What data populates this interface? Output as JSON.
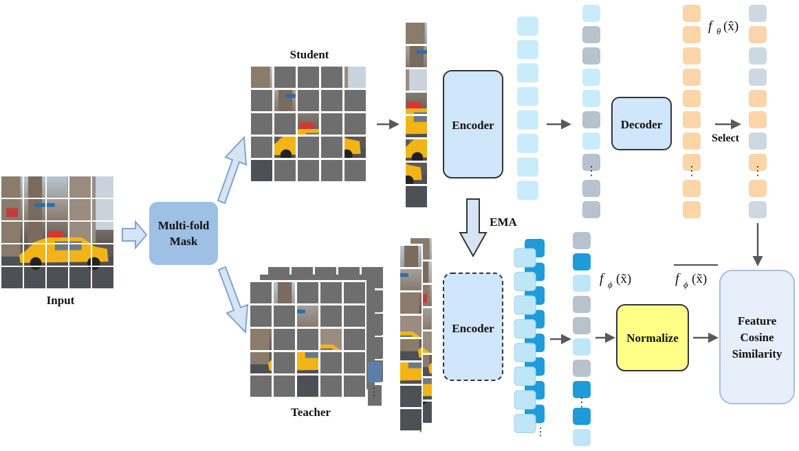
{
  "labels": {
    "input": "Input",
    "multifold_mask": [
      "Multi-fold",
      "Mask"
    ],
    "student": "Student",
    "teacher": "Teacher",
    "encoder_student": "Encoder",
    "encoder_teacher": "Encoder",
    "ema": "EMA",
    "decoder": "Decoder",
    "select": "Select",
    "normalize": "Normalize",
    "feature_cosine_similarity": [
      "Feature",
      "Cosine",
      "Similarity"
    ],
    "f_theta_base": "f",
    "f_theta_sub": "θ",
    "f_theta_arg": "(x̂)",
    "f_phi_base": "f",
    "f_phi_sub": "ϕ",
    "f_phi_arg": "(x̃)",
    "f_phi_bar_base": "f",
    "f_phi_bar_sub": "ϕ",
    "f_phi_bar_arg": "(x̃)",
    "ellipsis": "⋮"
  },
  "colors": {
    "mask_gray": "#6e6e6e",
    "grid_line": "#ffffff",
    "encoder_fill": "#cfe6fb",
    "encoder_stroke": "#333333",
    "mask_box_fill": "#9dc0e4",
    "arrow_fill": "#d6e4f4",
    "arrow_stroke": "#7fa3cf",
    "token_light_blue": "#c8ecfb",
    "token_gray": "#b8c2cc",
    "token_orange": "#fbd5a8",
    "token_select_gray": "#cdd8e1",
    "token_strong_blue": "#1e9bd8",
    "token_pale_blue": "#bfe6f7",
    "normalize_fill": "#ffff88",
    "similarity_fill": "#e7effa",
    "similarity_stroke": "#a6bfdc",
    "conn_arrow": "#595959",
    "sky": "#b9c7d4",
    "street": "#5a5a5a",
    "taxi": "#f2b416",
    "building": "#8a7b6a"
  }
}
